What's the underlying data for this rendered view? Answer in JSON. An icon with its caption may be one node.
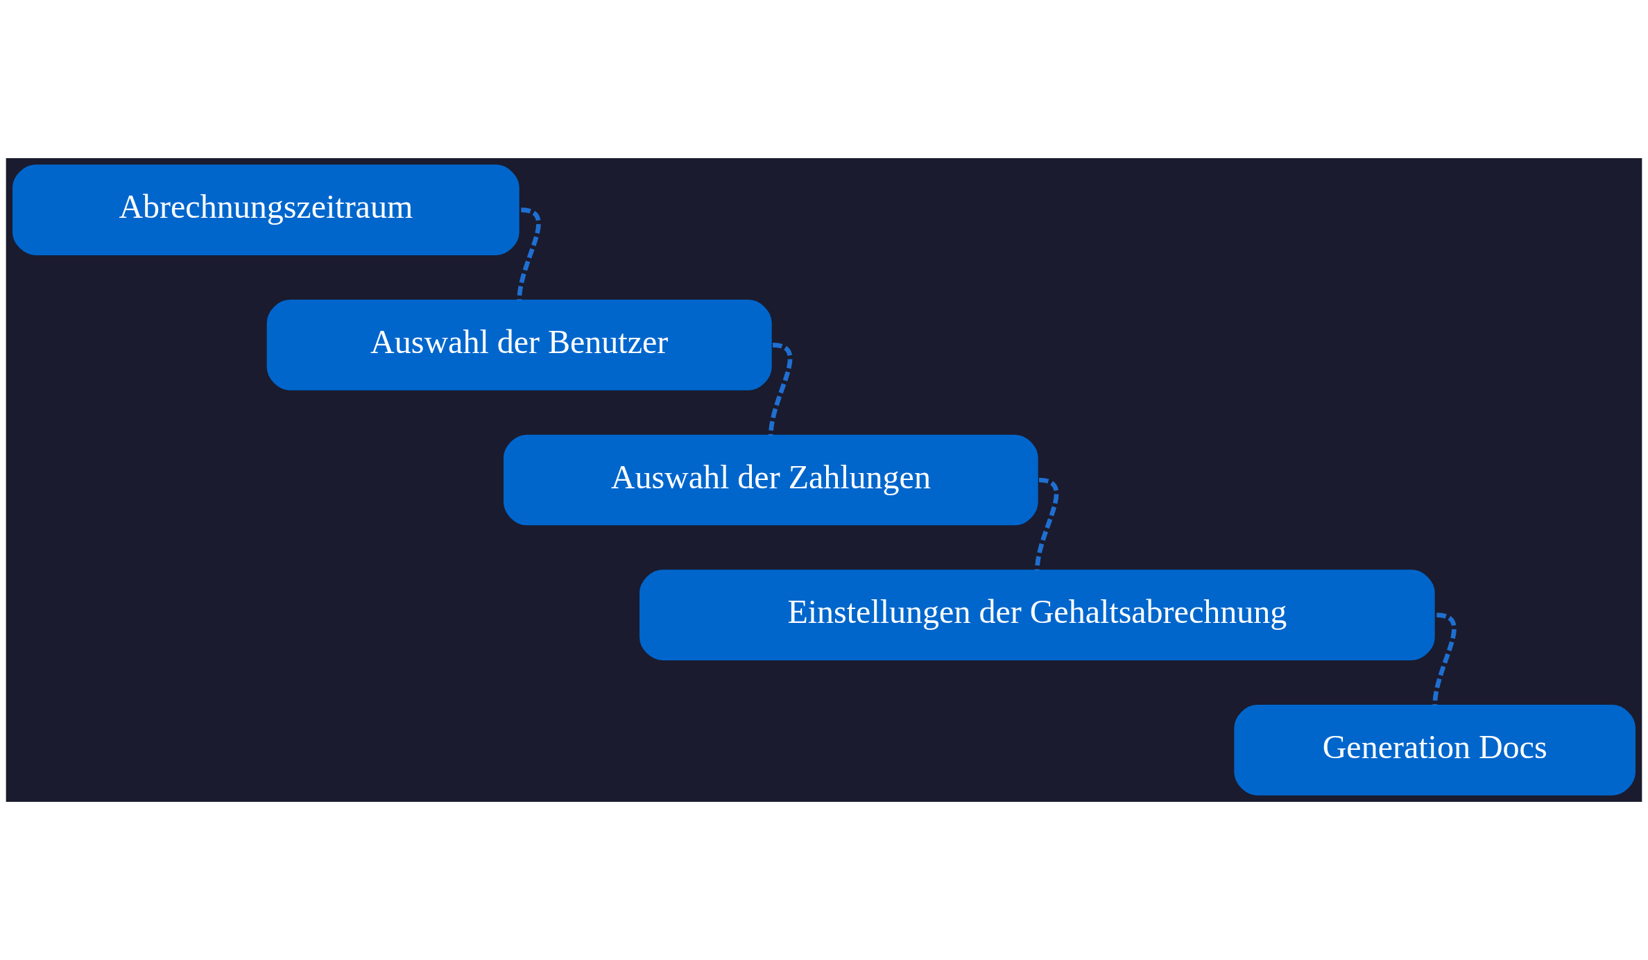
{
  "diagram": {
    "nodes": [
      {
        "text": [
          "Abrechnungszeitraum"
        ]
      },
      {
        "text": [
          "Auswahl der Benutzer"
        ]
      },
      {
        "text": [
          "Auswahl der Zahlungen"
        ]
      },
      {
        "text": [
          "Einstellungen der Gehaltsabrechnung"
        ]
      },
      {
        "text": [
          "Generation Docs"
        ]
      }
    ],
    "edges": [
      {
        "from": 0,
        "to": 1,
        "arrow": "none",
        "style": "dashed"
      },
      {
        "from": 1,
        "to": 2,
        "arrow": "none",
        "style": "dashed"
      },
      {
        "from": 2,
        "to": 3,
        "arrow": "none",
        "style": "dashed"
      },
      {
        "from": 3,
        "to": 4,
        "arrow": "none",
        "style": "dashed"
      }
    ]
  }
}
